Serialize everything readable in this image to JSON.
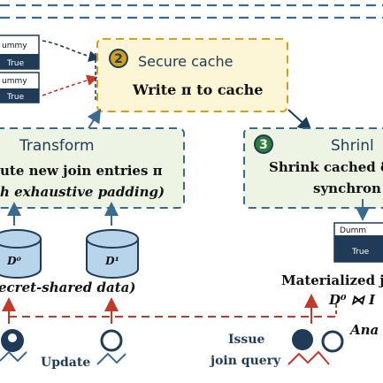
{
  "colors": {
    "navy": "#1f3b57",
    "blue": "#3a6b8f",
    "light_blue": "#b8d4ea",
    "green_bg": "#eef4e3",
    "yellow_bg": "#fdf6d6",
    "orange": "#d4a017",
    "green": "#2e7d3a",
    "red_arrow": "#c0392b"
  },
  "dummy_tables_left": [
    {
      "header": "ummy",
      "value": "True"
    },
    {
      "header": "ummy",
      "value": "True"
    }
  ],
  "secure_cache": {
    "number": "2",
    "title": "Secure cache",
    "subtitle": "Write π to cache"
  },
  "transform": {
    "title": "Transform",
    "line1": "ute new join entries π",
    "line2": "h exhaustive padding)"
  },
  "shrink": {
    "number": "3",
    "title": "Shrinl",
    "line1": "Shrink cached δ",
    "line2": "synchron"
  },
  "databases": [
    {
      "label": "D⁰"
    },
    {
      "label": "D¹"
    }
  ],
  "secret_shared_label": "ecret-shared data)",
  "dummy_table_right": {
    "header": "Dumm",
    "value": "True"
  },
  "materialized": {
    "title": "Materialized j",
    "formula": "D⁰ ⋈ I"
  },
  "bottom": {
    "update_label": "Update",
    "issue_label_1": "Issue",
    "issue_label_2": "join query",
    "ana_label": "Ana"
  },
  "icons": [
    "database-icon",
    "user-group-icon",
    "server-icon",
    "analyst-icon"
  ]
}
